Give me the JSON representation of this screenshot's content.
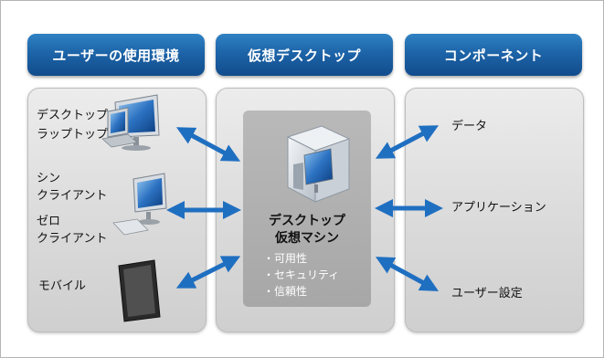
{
  "headers": {
    "env": "ユーザーの使用環境",
    "vdesk": "仮想デスクトップ",
    "components": "コンポーネント"
  },
  "devices": {
    "desktop": "デスクトップ",
    "laptop": "ラップトップ",
    "thin1": "シン",
    "thin2": "クライアント",
    "zero1": "ゼロ",
    "zero2": "クライアント",
    "mobile": "モバイル"
  },
  "vm": {
    "title1": "デスクトップ",
    "title2": "仮想マシン",
    "features": [
      "・可用性",
      "・セキュリティ",
      "・信頼性"
    ]
  },
  "component_items": [
    "データ",
    "アプリケーション",
    "ユーザー設定"
  ],
  "colors": {
    "header_blue": "#1d64a8",
    "arrow_blue": "#1f6fc1",
    "panel_gray": "#d9d9d9"
  }
}
